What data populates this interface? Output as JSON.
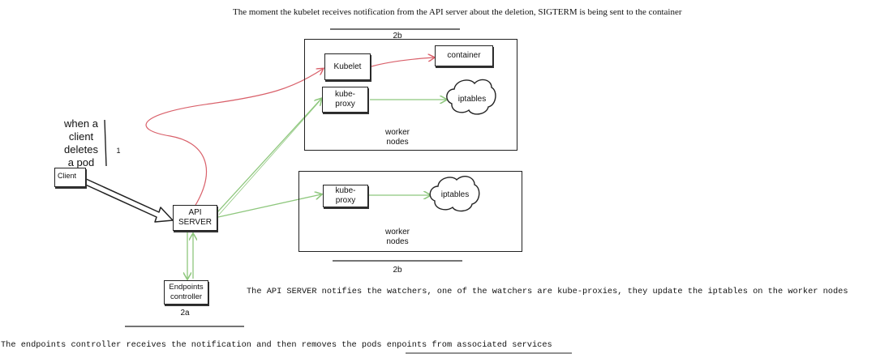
{
  "title_text": "The moment the kubelet receives notification from the API server about the deletion, SIGTERM is being sent to the container",
  "step_2b_top": "2b",
  "step_2b_bottom": "2b",
  "step_2a": "2a",
  "step_1": "1",
  "client_note_lines": [
    "when a",
    "client",
    "deletes",
    "a pod"
  ],
  "nodes": {
    "client": "Client",
    "api_server": [
      "API",
      "SERVER"
    ],
    "endpoints_controller": [
      "Endpoints",
      "controller"
    ],
    "kubelet": "Kubelet",
    "container": "container",
    "kube_proxy_1": [
      "kube-",
      "proxy"
    ],
    "kube_proxy_2": [
      "kube-",
      "proxy"
    ],
    "iptables_1": "iptables",
    "iptables_2": "iptables"
  },
  "worker_nodes_1": [
    "worker",
    "nodes"
  ],
  "worker_nodes_2": [
    "worker",
    "nodes"
  ],
  "api_note": "The API SERVER notifies the watchers, one of the watchers are kube-proxies, they update the iptables on the worker nodes",
  "endpoints_note": "The endpoints controller receives the notification and then removes the pods enpoints from associated services",
  "colors": {
    "red_flow": "#d9606a",
    "green_flow": "#8ec77d",
    "ink": "#222222"
  }
}
